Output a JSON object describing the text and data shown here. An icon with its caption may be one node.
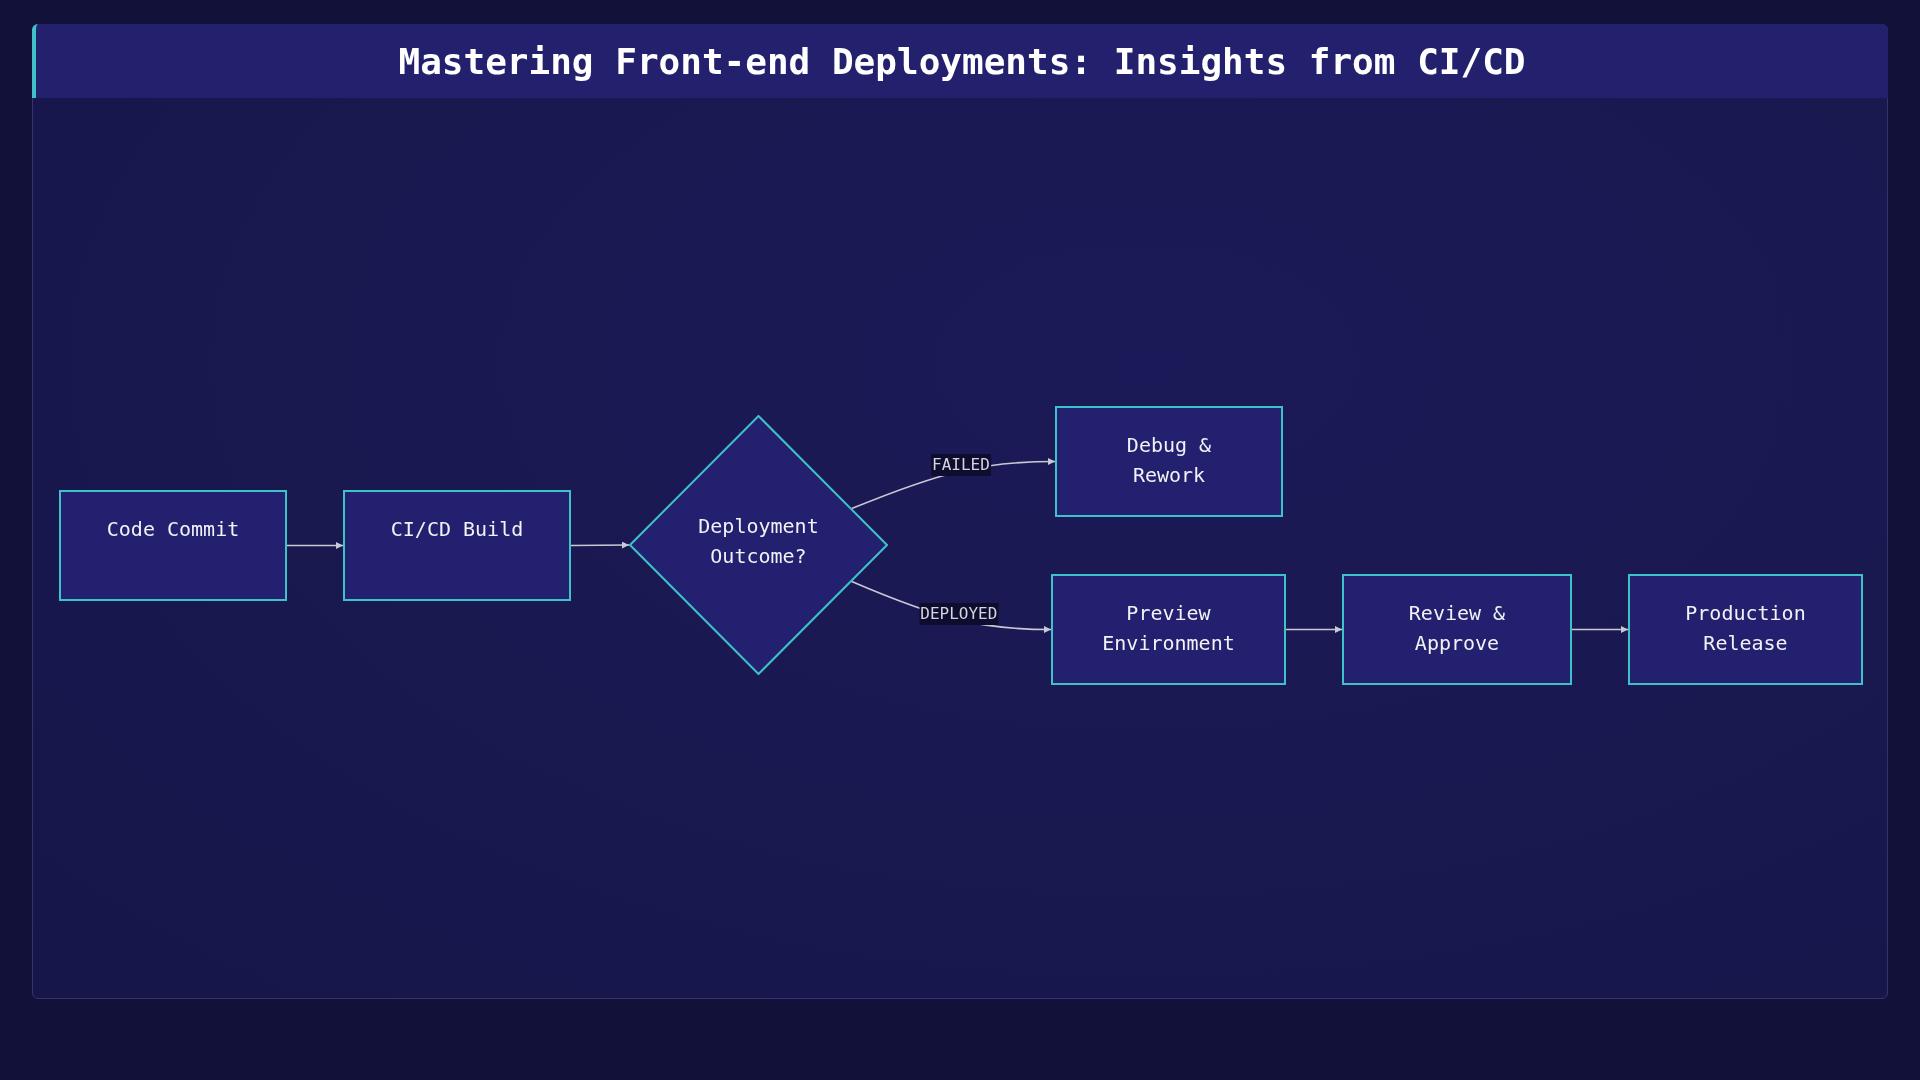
{
  "diagram": {
    "title": "Mastering Front-end Deployments: Insights from CI/CD",
    "nodes": [
      {
        "text": [
          "Code Commit"
        ]
      },
      {
        "text": [
          "CI/CD Build"
        ]
      },
      {
        "text": [
          "Deployment Outcome?"
        ]
      },
      {
        "text": [
          "Debug & Rework"
        ]
      },
      {
        "text": [
          "Preview Environment"
        ]
      },
      {
        "text": [
          "Review & Approve"
        ]
      },
      {
        "text": [
          "Production Release"
        ]
      }
    ],
    "edges": [
      {
        "from": 0,
        "to": 1,
        "arrow": "to"
      },
      {
        "from": 1,
        "to": 2,
        "arrow": "to"
      },
      {
        "from": 2,
        "to": 3,
        "arrow": "to",
        "label": "FAILED"
      },
      {
        "from": 2,
        "to": 4,
        "arrow": "to",
        "label": "DEPLOYED"
      },
      {
        "from": 4,
        "to": 5,
        "arrow": "to"
      },
      {
        "from": 5,
        "to": 6,
        "arrow": "to"
      }
    ]
  }
}
